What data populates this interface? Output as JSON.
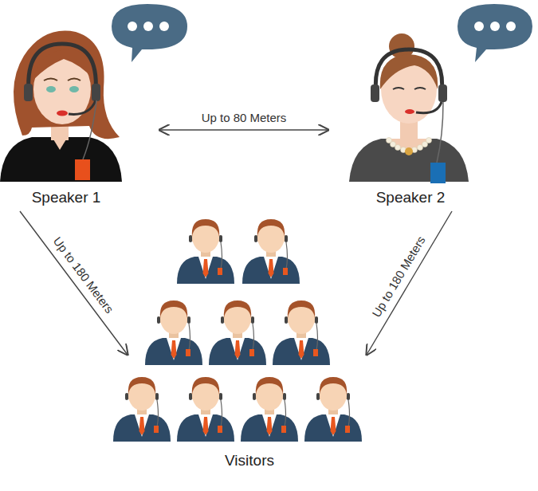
{
  "diagram": {
    "nodes": [
      {
        "text": [
          "Speaker 1"
        ]
      },
      {
        "text": [
          "Speaker 2"
        ]
      },
      {
        "text": [
          "Visitors"
        ]
      }
    ],
    "edges": [
      {
        "from": 0,
        "to": 1,
        "label": "Up to 80 Meters",
        "arrow": "both"
      },
      {
        "from": 0,
        "to": 2,
        "label": "Up to 180 Meters",
        "arrow": "to"
      },
      {
        "from": 1,
        "to": 2,
        "label": "Up to 180 Meters",
        "arrow": "to"
      }
    ]
  }
}
